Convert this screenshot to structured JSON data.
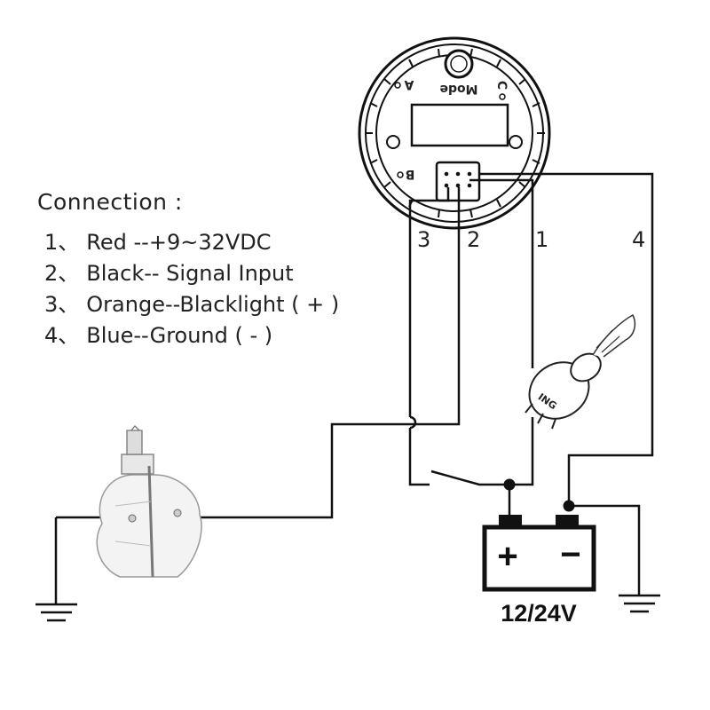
{
  "legend": {
    "title": "Connection :",
    "items": [
      {
        "num": "1",
        "sep": "、",
        "text": "Red --+9~32VDC"
      },
      {
        "num": "2",
        "sep": "、",
        "text": "Black-- Signal  Input"
      },
      {
        "num": "3",
        "sep": "、",
        "text": "Orange--Blacklight ( + )"
      },
      {
        "num": "4",
        "sep": "、",
        "text": "Blue--Ground ( - )"
      }
    ]
  },
  "gauge": {
    "button_mode": "Mode",
    "button_a": "A",
    "button_b": "B",
    "button_c": "C"
  },
  "wires": {
    "w1": "1",
    "w2": "2",
    "w3": "3",
    "w4": "4"
  },
  "ignition": {
    "label": "ING"
  },
  "battery": {
    "voltage": "12/24V",
    "plus": "+",
    "minus": "−"
  },
  "icons": [
    "gauge-icon",
    "float-sensor-icon",
    "ignition-switch-icon",
    "battery-icon",
    "ground-icon"
  ]
}
